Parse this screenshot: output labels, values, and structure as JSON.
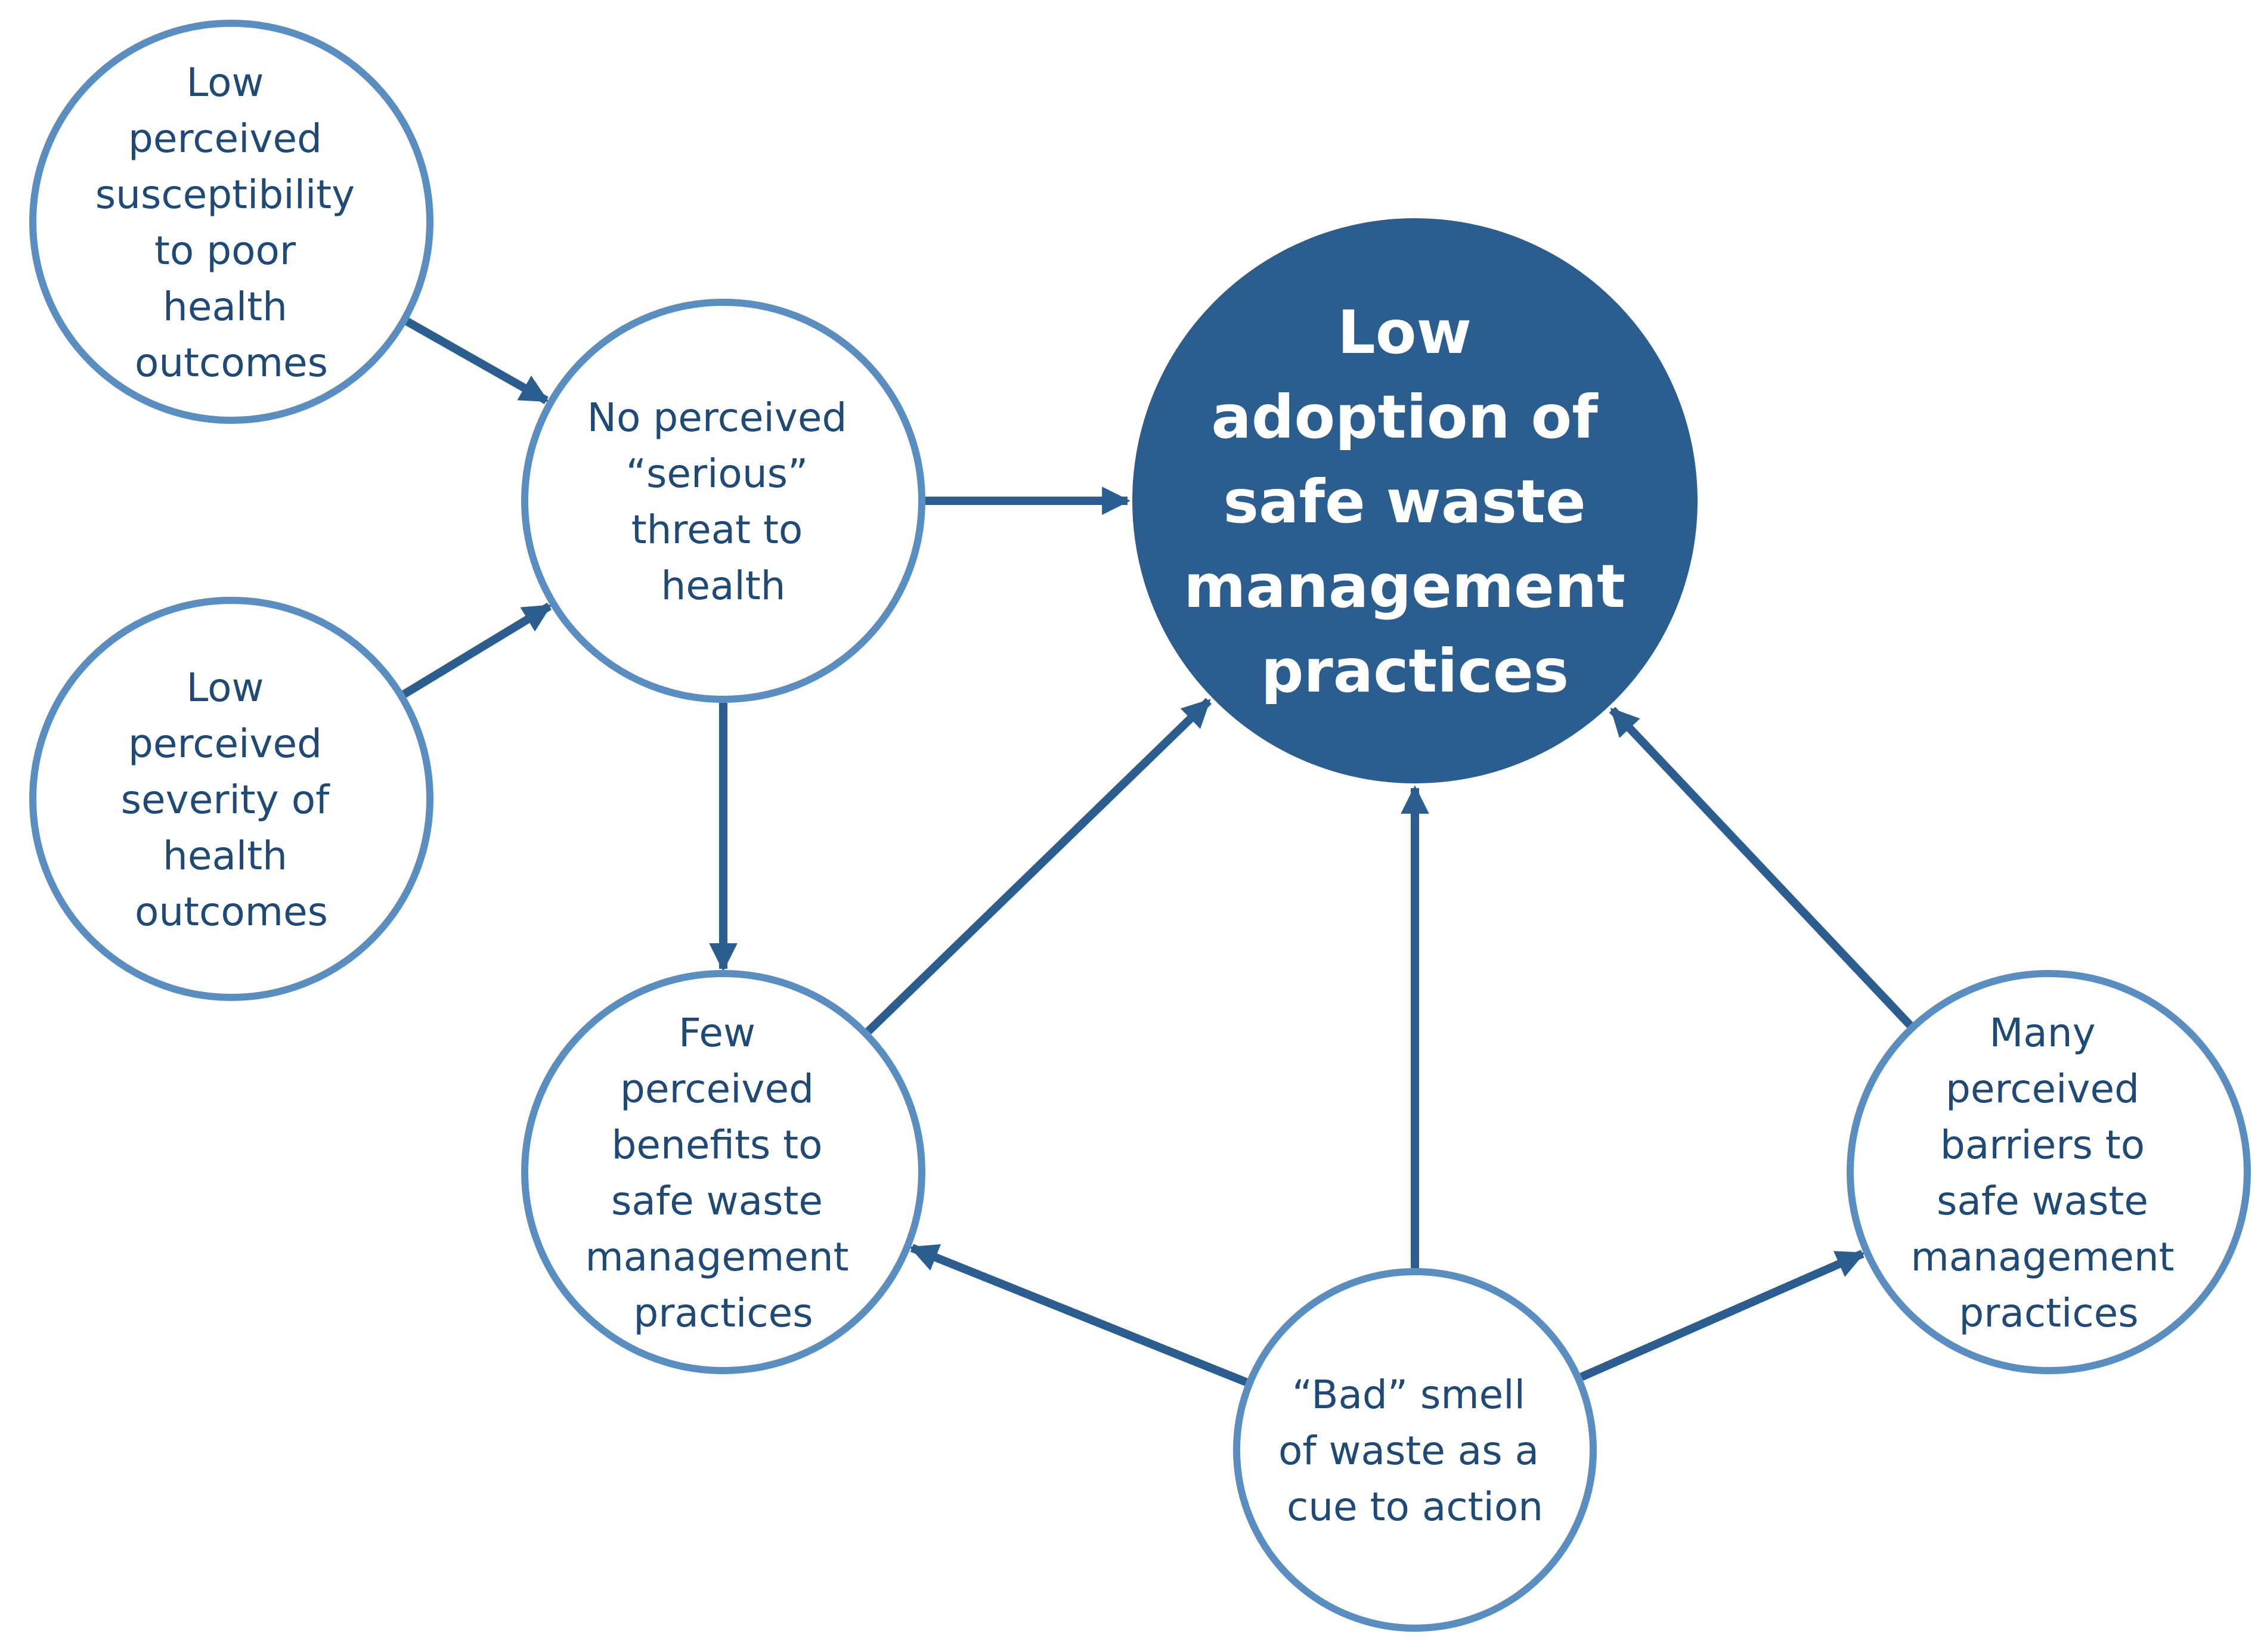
{
  "colors": {
    "primary": "#2b5e8f",
    "outline": "#5b8ec0",
    "text": "#1f4a78",
    "main_text": "#ffffff",
    "background": "#ffffff"
  },
  "nodes": {
    "susceptibility": {
      "lines": [
        "Low",
        "perceived",
        "susceptibility",
        "to poor",
        "health",
        "outcomes"
      ]
    },
    "severity": {
      "lines": [
        "Low",
        "perceived",
        "severity of",
        "health",
        "outcomes"
      ]
    },
    "threat": {
      "lines": [
        "No perceived",
        "“serious”",
        "threat to",
        "health"
      ]
    },
    "benefits": {
      "lines": [
        "Few",
        "perceived",
        "benefits to",
        "safe waste",
        "management",
        "practices"
      ]
    },
    "cue": {
      "lines": [
        "“Bad” smell",
        "of waste as a",
        "cue to action"
      ]
    },
    "barriers": {
      "lines": [
        "Many",
        "perceived",
        "barriers to",
        "safe waste",
        "management",
        "practices"
      ]
    },
    "adoption": {
      "lines": [
        "Low",
        "adoption of",
        "safe waste",
        "management",
        "practices"
      ]
    }
  },
  "edges": [
    {
      "from": "susceptibility",
      "to": "threat"
    },
    {
      "from": "severity",
      "to": "threat"
    },
    {
      "from": "threat",
      "to": "adoption"
    },
    {
      "from": "threat",
      "to": "benefits"
    },
    {
      "from": "benefits",
      "to": "adoption"
    },
    {
      "from": "cue",
      "to": "adoption"
    },
    {
      "from": "cue",
      "to": "benefits"
    },
    {
      "from": "cue",
      "to": "barriers"
    },
    {
      "from": "barriers",
      "to": "adoption"
    }
  ]
}
